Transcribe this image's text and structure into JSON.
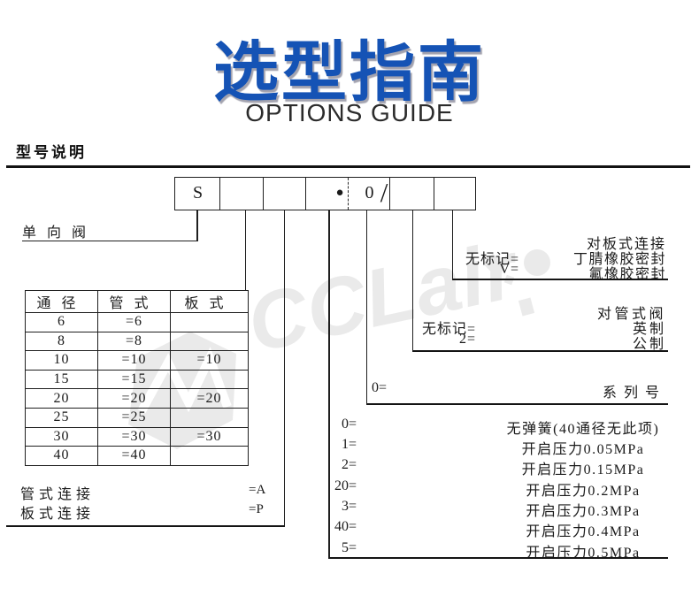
{
  "header": {
    "title": "选型指南",
    "subtitle": "OPTIONS GUIDE",
    "title_color": "#1553b5"
  },
  "section": {
    "heading": "型号说明"
  },
  "model_code": {
    "prefix": "S",
    "dot": "●",
    "series_digit": "0",
    "slash": "/"
  },
  "valve_label": "单向阀",
  "bore_table": {
    "headers": [
      "通径",
      "管式",
      "板式"
    ],
    "rows": [
      [
        "6",
        "=6",
        ""
      ],
      [
        "8",
        "=8",
        ""
      ],
      [
        "10",
        "=10",
        "=10"
      ],
      [
        "15",
        "=15",
        ""
      ],
      [
        "20",
        "=20",
        "=20"
      ],
      [
        "25",
        "=25",
        ""
      ],
      [
        "30",
        "=30",
        "=30"
      ],
      [
        "40",
        "=40",
        ""
      ]
    ]
  },
  "connection": {
    "rows": [
      {
        "label": "管式连接",
        "code": "=A"
      },
      {
        "label": "板式连接",
        "code": "=P"
      }
    ]
  },
  "seal": {
    "header": "对板式连接",
    "rows": [
      {
        "code": "无标记=",
        "desc": "丁腈橡胶密封"
      },
      {
        "code": "V=",
        "desc": "氟橡胶密封"
      }
    ]
  },
  "unit": {
    "header": "对管式阀",
    "rows": [
      {
        "code": "无标记=",
        "desc": "英制"
      },
      {
        "code": "2=",
        "desc": "公制"
      }
    ]
  },
  "series": {
    "code": "0=",
    "desc": "系列号"
  },
  "pressure": {
    "rows": [
      {
        "code": "0=",
        "desc": "无弹簧(40通径无此项)"
      },
      {
        "code": "1=",
        "desc": "开启压力0.05MPa"
      },
      {
        "code": "2=",
        "desc": "开启压力0.15MPa"
      },
      {
        "code": "20=",
        "desc": "开启压力0.2MPa"
      },
      {
        "code": "3=",
        "desc": "开启压力0.3MPa"
      },
      {
        "code": "40=",
        "desc": "开启压力0.4MPa"
      },
      {
        "code": "5=",
        "desc": "开启压力0.5MPa"
      }
    ]
  },
  "watermark": {
    "text": "CCLair",
    "color": "#eaeaea"
  }
}
